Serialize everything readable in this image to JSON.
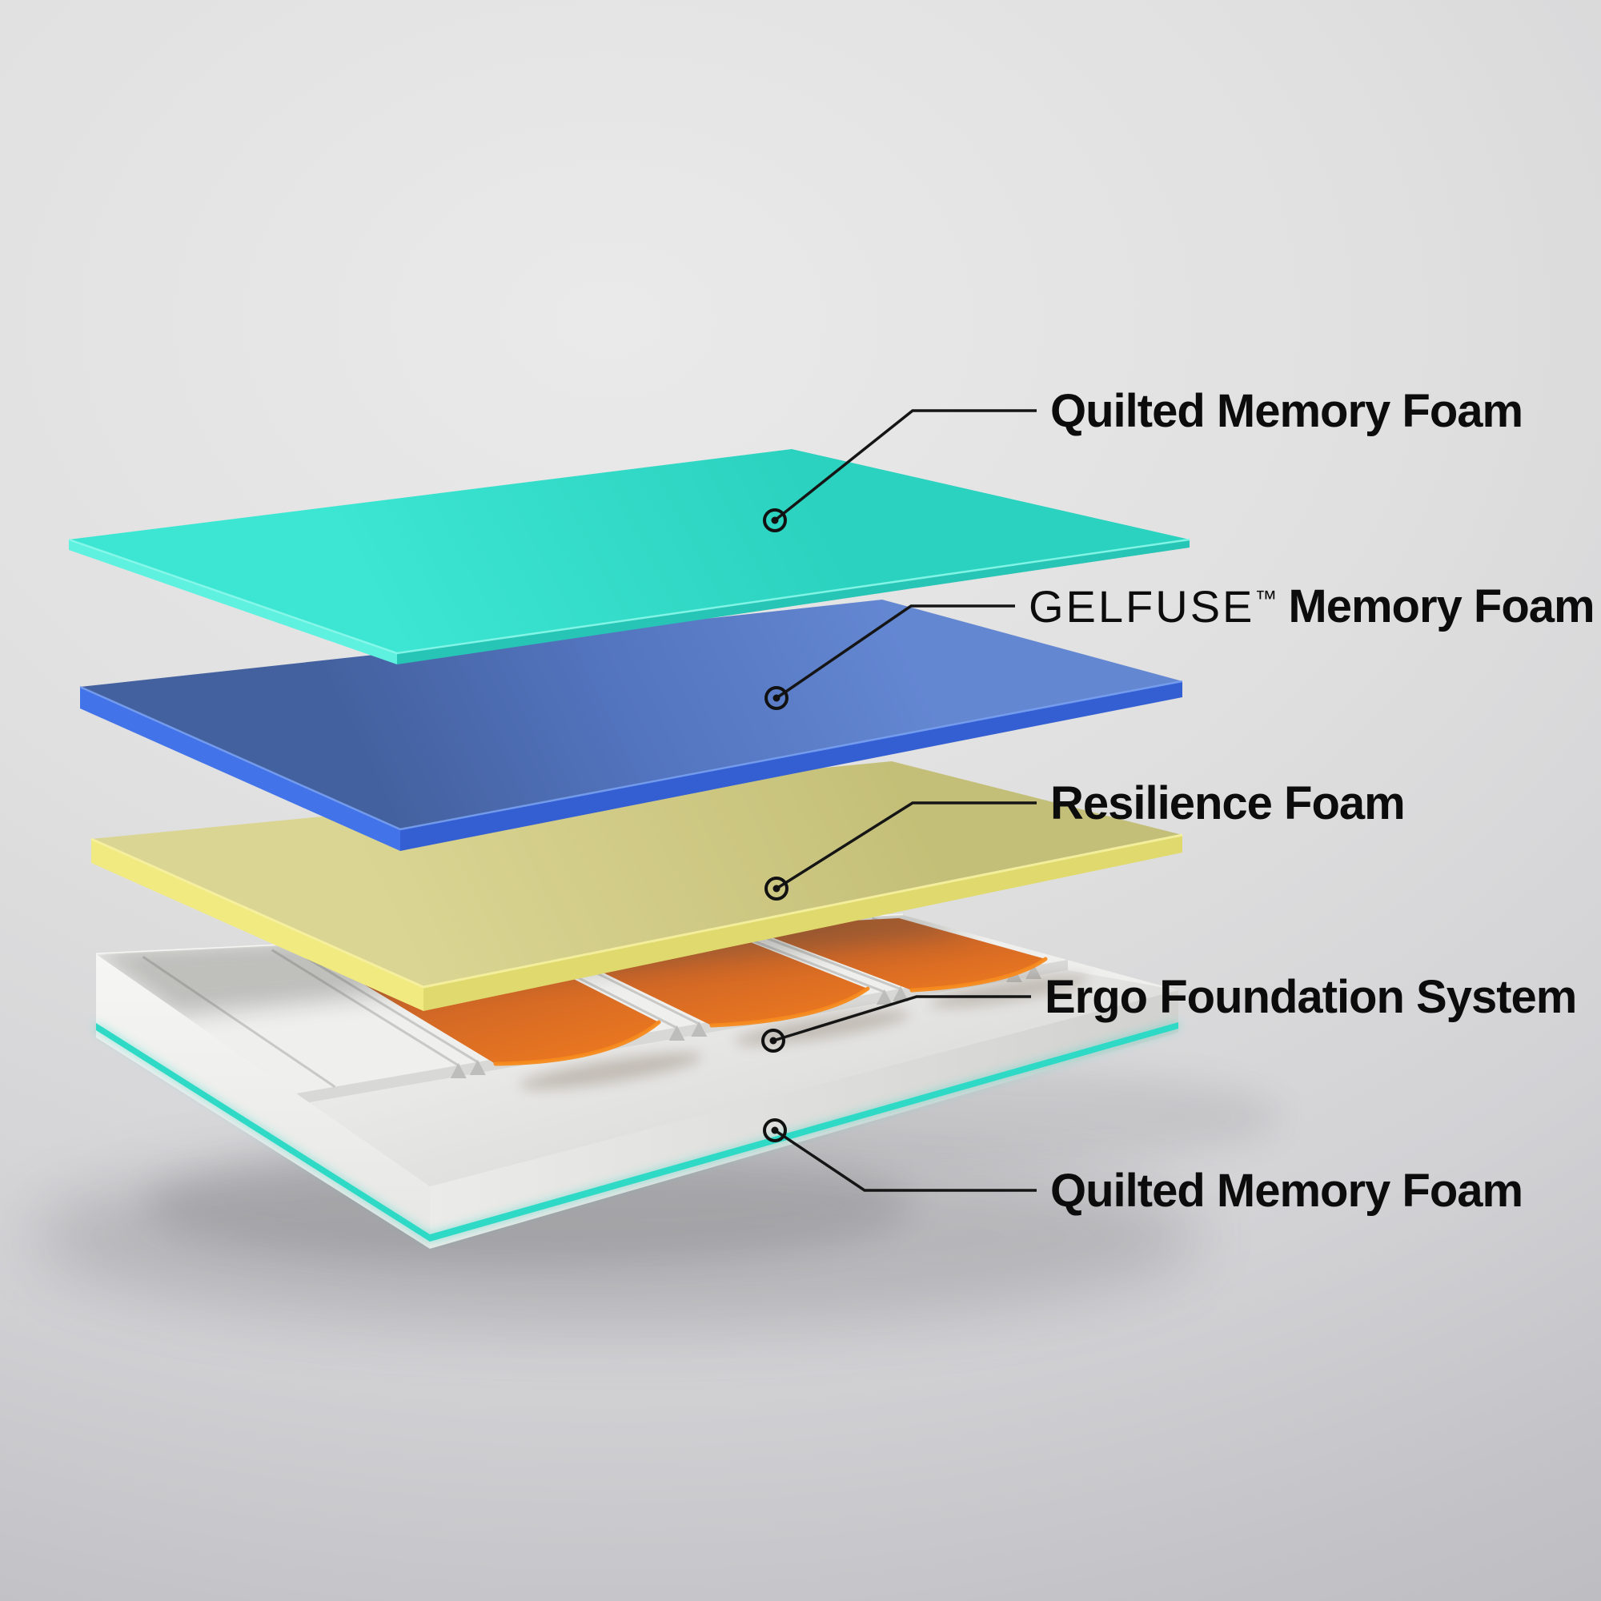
{
  "diagram": {
    "name": "Mattress layers exploded view diagram",
    "labels": [
      {
        "id": "quilted-top",
        "text": "Quilted Memory Foam",
        "swatch": "#38dcc9"
      },
      {
        "id": "gelfuse",
        "brand": "GELFUSE",
        "tm": "™",
        "text": "Memory Foam",
        "swatch": "#4f74c4"
      },
      {
        "id": "resilience",
        "text": "Resilience Foam",
        "swatch": "#d5d08c"
      },
      {
        "id": "ergo",
        "text": "Ergo Foundation System",
        "swatch": "#e97720"
      },
      {
        "id": "quilted-bottom",
        "text": "Quilted Memory Foam",
        "swatch": "#2ed9c6"
      }
    ]
  },
  "colors": {
    "label_text": "#0c0c0c",
    "callout_line": "#151515",
    "marker": "#111111",
    "teal_top_back": "#2bd2bf",
    "teal_top_front": "#3ce6d2",
    "teal_left": "#5ff1e0",
    "teal_right": "#27c5b5",
    "teal_edge": "#8bf7ea",
    "blue_top_back": "#6487d2",
    "blue_top_front": "#44619f",
    "blue_left": "#4273e8",
    "blue_right": "#335fd2",
    "blue_edge": "#7aa2f2",
    "yellow_top_back": "#c4bf78",
    "yellow_top_front": "#dbd593",
    "yellow_left": "#f1ea80",
    "yellow_right": "#e0d96d",
    "yellow_edge": "#f6f1a0",
    "foam_plateau": "#efefed",
    "foam_step": "#d8d8d6",
    "foam_apron_back": "#ebebe9",
    "foam_apron_front": "#d8d8d6",
    "foam_left_top": "#f6f6f4",
    "foam_left_bottom": "#e6e6e4",
    "foam_right_near": "#ebebe9",
    "foam_right_far": "#d1d1cf",
    "foam_rim": "#fafaf8",
    "groove": "#c4c4c2",
    "notch": "#bdbdbb",
    "orange_back": "#a85626",
    "orange_mid": "#cd6527",
    "orange_front": "#ea7720",
    "orange_rim": "#f58a1e",
    "teal_strip": "#2ed9c6",
    "shadow": "#3f3f47"
  }
}
